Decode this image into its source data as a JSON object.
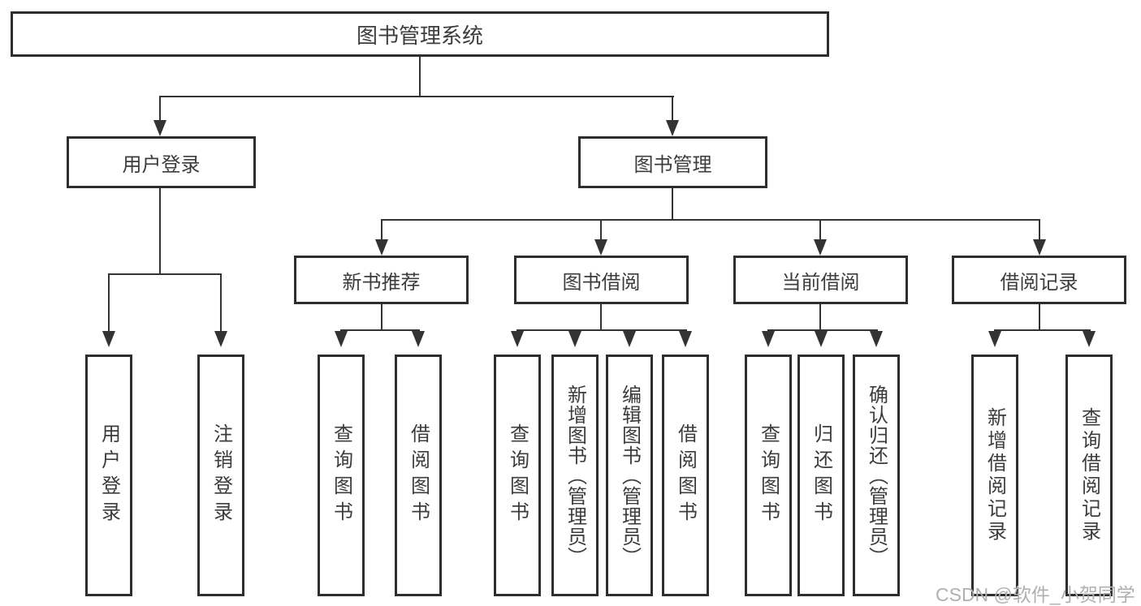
{
  "diagram_title": "图书管理系统",
  "nodes": {
    "root": {
      "label": "图书管理系统"
    },
    "level2": [
      {
        "label": "用户登录"
      },
      {
        "label": "图书管理"
      }
    ],
    "level3": [
      {
        "label": "新书推荐"
      },
      {
        "label": "图书借阅"
      },
      {
        "label": "当前借阅"
      },
      {
        "label": "借阅记录"
      }
    ],
    "leaves": [
      {
        "label": "用户登录"
      },
      {
        "label": "注销登录"
      },
      {
        "label": "查询图书"
      },
      {
        "label": "借阅图书"
      },
      {
        "label": "查询图书"
      },
      {
        "label": "新增图书（管理员）"
      },
      {
        "label": "编辑图书（管理员）"
      },
      {
        "label": "借阅图书"
      },
      {
        "label": "查询图书"
      },
      {
        "label": "归还图书"
      },
      {
        "label": "确认归还（管理员）"
      },
      {
        "label": "新增借阅记录"
      },
      {
        "label": "查询借阅记录"
      }
    ]
  },
  "watermark": "CSDN @软件_小贺同学",
  "colors": {
    "border": "#2e2e2e",
    "line": "#333333",
    "text": "#3c3c3c",
    "watermark": "#b0b0b0",
    "background": "#ffffff"
  }
}
